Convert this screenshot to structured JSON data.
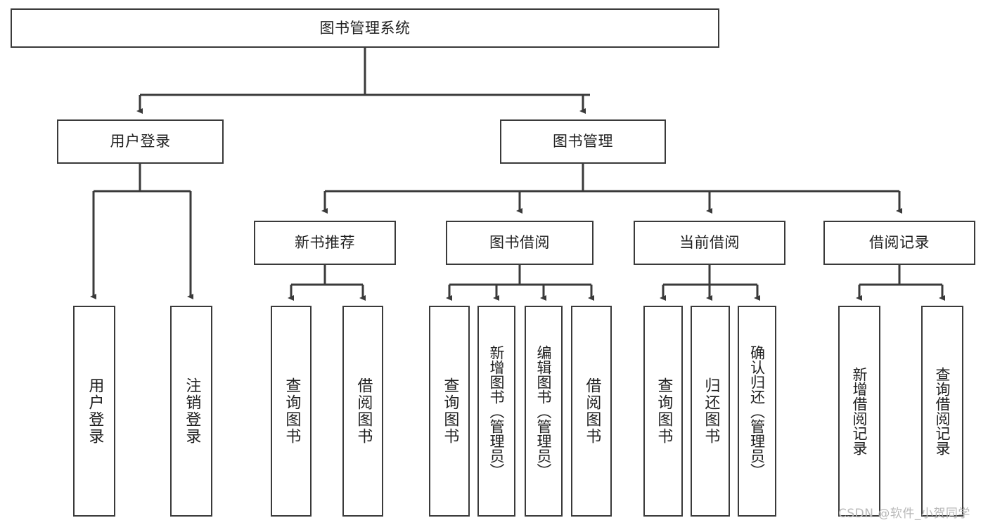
{
  "diagram": {
    "title": "图书管理系统",
    "type": "tree-hierarchy-functional-structure",
    "line_color": "#3a3a3a",
    "box_fill": "#ffffff",
    "text_color": "#1f1f1f"
  },
  "root": {
    "label": "图书管理系统"
  },
  "level2": [
    {
      "label": "用户登录"
    },
    {
      "label": "图书管理"
    }
  ],
  "level3": [
    {
      "label": "新书推荐"
    },
    {
      "label": "图书借阅"
    },
    {
      "label": "当前借阅"
    },
    {
      "label": "借阅记录"
    }
  ],
  "leaves": {
    "user_login": [
      {
        "label": "用户登录"
      },
      {
        "label": "注销登录"
      }
    ],
    "new_book_recommend": [
      {
        "label": "查询图书"
      },
      {
        "label": "借阅图书"
      }
    ],
    "book_borrow": [
      {
        "label": "查询图书"
      },
      {
        "label": "新增图书（管理员）"
      },
      {
        "label": "编辑图书（管理员）"
      },
      {
        "label": "借阅图书"
      }
    ],
    "current_borrow": [
      {
        "label": "查询图书"
      },
      {
        "label": "归还图书"
      },
      {
        "label": "确认归还（管理员）"
      }
    ],
    "borrow_record": [
      {
        "label": "新增借阅记录"
      },
      {
        "label": "查询借阅记录"
      }
    ]
  },
  "watermark": {
    "text": "CSDN @软件_小贺同学"
  }
}
